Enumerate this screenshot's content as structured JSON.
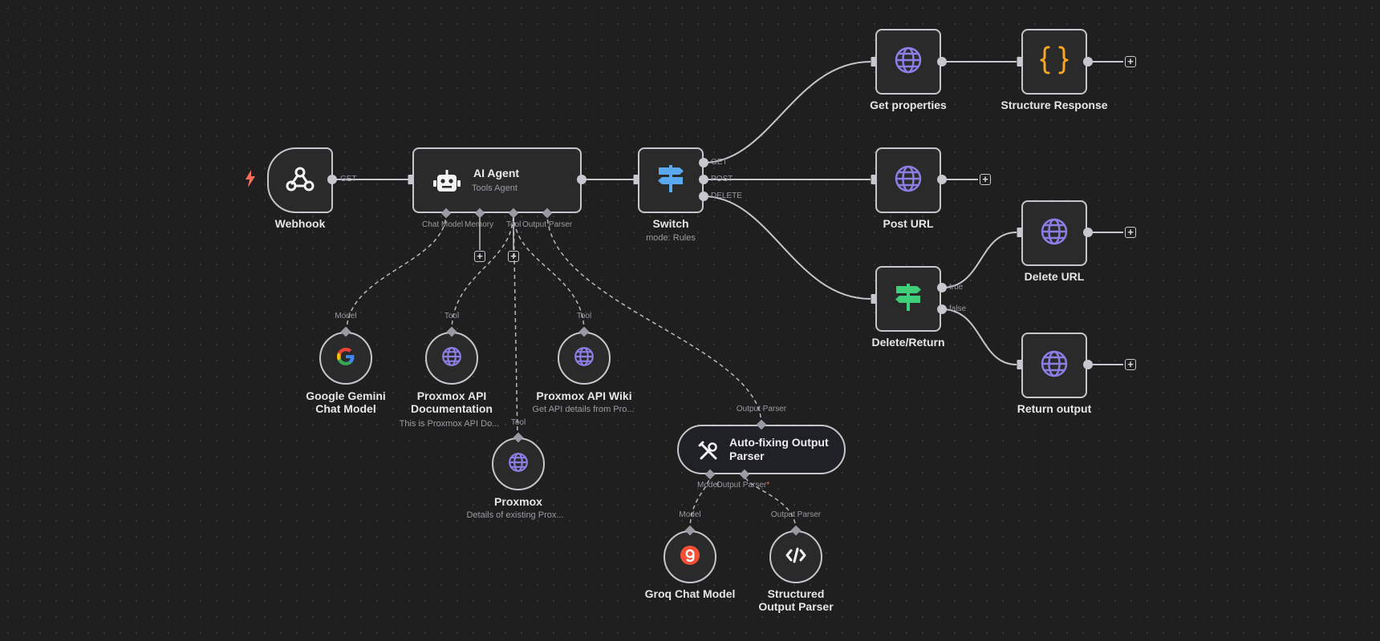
{
  "nodes": {
    "webhook": {
      "title": "Webhook"
    },
    "ai_agent": {
      "title": "AI Agent",
      "subtitle": "Tools Agent"
    },
    "switch": {
      "title": "Switch",
      "subtitle": "mode: Rules"
    },
    "get_properties": {
      "title": "Get properties"
    },
    "structure_response": {
      "title": "Structure Response"
    },
    "post_url": {
      "title": "Post URL"
    },
    "delete_return": {
      "title": "Delete/Return"
    },
    "delete_url": {
      "title": "Delete URL"
    },
    "return_output": {
      "title": "Return output"
    },
    "gemini": {
      "title": "Google Gemini Chat Model"
    },
    "proxmox_api_docs": {
      "title": "Proxmox API Documentation",
      "subtitle": "This is Proxmox API Do..."
    },
    "proxmox_api_wiki": {
      "title": "Proxmox API Wiki",
      "subtitle": "Get API details from Pro..."
    },
    "proxmox": {
      "title": "Proxmox",
      "subtitle": "Details of existing Prox..."
    },
    "autofix_parser": {
      "title": "Auto-fixing Output Parser"
    },
    "groq": {
      "title": "Groq Chat Model"
    },
    "structured_parser": {
      "title": "Structured Output Parser"
    }
  },
  "ports": {
    "webhook_out": "GET",
    "agent_chat_model": "Chat Model",
    "agent_memory": "Memory",
    "agent_tool": "Tool",
    "agent_output_parser": "Output Parser",
    "switch_get": "GET",
    "switch_post": "POST",
    "switch_delete": "DELETE",
    "delete_true": "true",
    "delete_false": "false",
    "gemini_in": "Model",
    "docs_in": "Tool",
    "wiki_in": "Tool",
    "proxmox_in": "Tool",
    "autofix_in": "Output Parser",
    "autofix_model": "Model",
    "autofix_output_parser": "Output Parser",
    "autofix_required": "*",
    "groq_in": "Model",
    "structured_in": "Output Parser"
  },
  "colors": {
    "background": "#1f1f1f",
    "node_fill": "#2a2a2b",
    "node_border": "#c6c6cc",
    "http_globe": "#8b7fe6",
    "switch_blue": "#5aa9f0",
    "if_green": "#3fcf7a",
    "code_orange": "#f5a623",
    "trigger_red": "#ff6d5a",
    "groq_red": "#f55036"
  },
  "icons": {
    "trigger": "lightning-icon",
    "webhook": "webhook-icon",
    "agent": "robot-icon",
    "switch": "signpost-icon",
    "http": "globe-icon",
    "code": "curly-braces-icon",
    "gemini": "google-g-icon",
    "autofix": "tools-icon",
    "groq": "groq-icon",
    "structured": "code-brackets-icon"
  }
}
